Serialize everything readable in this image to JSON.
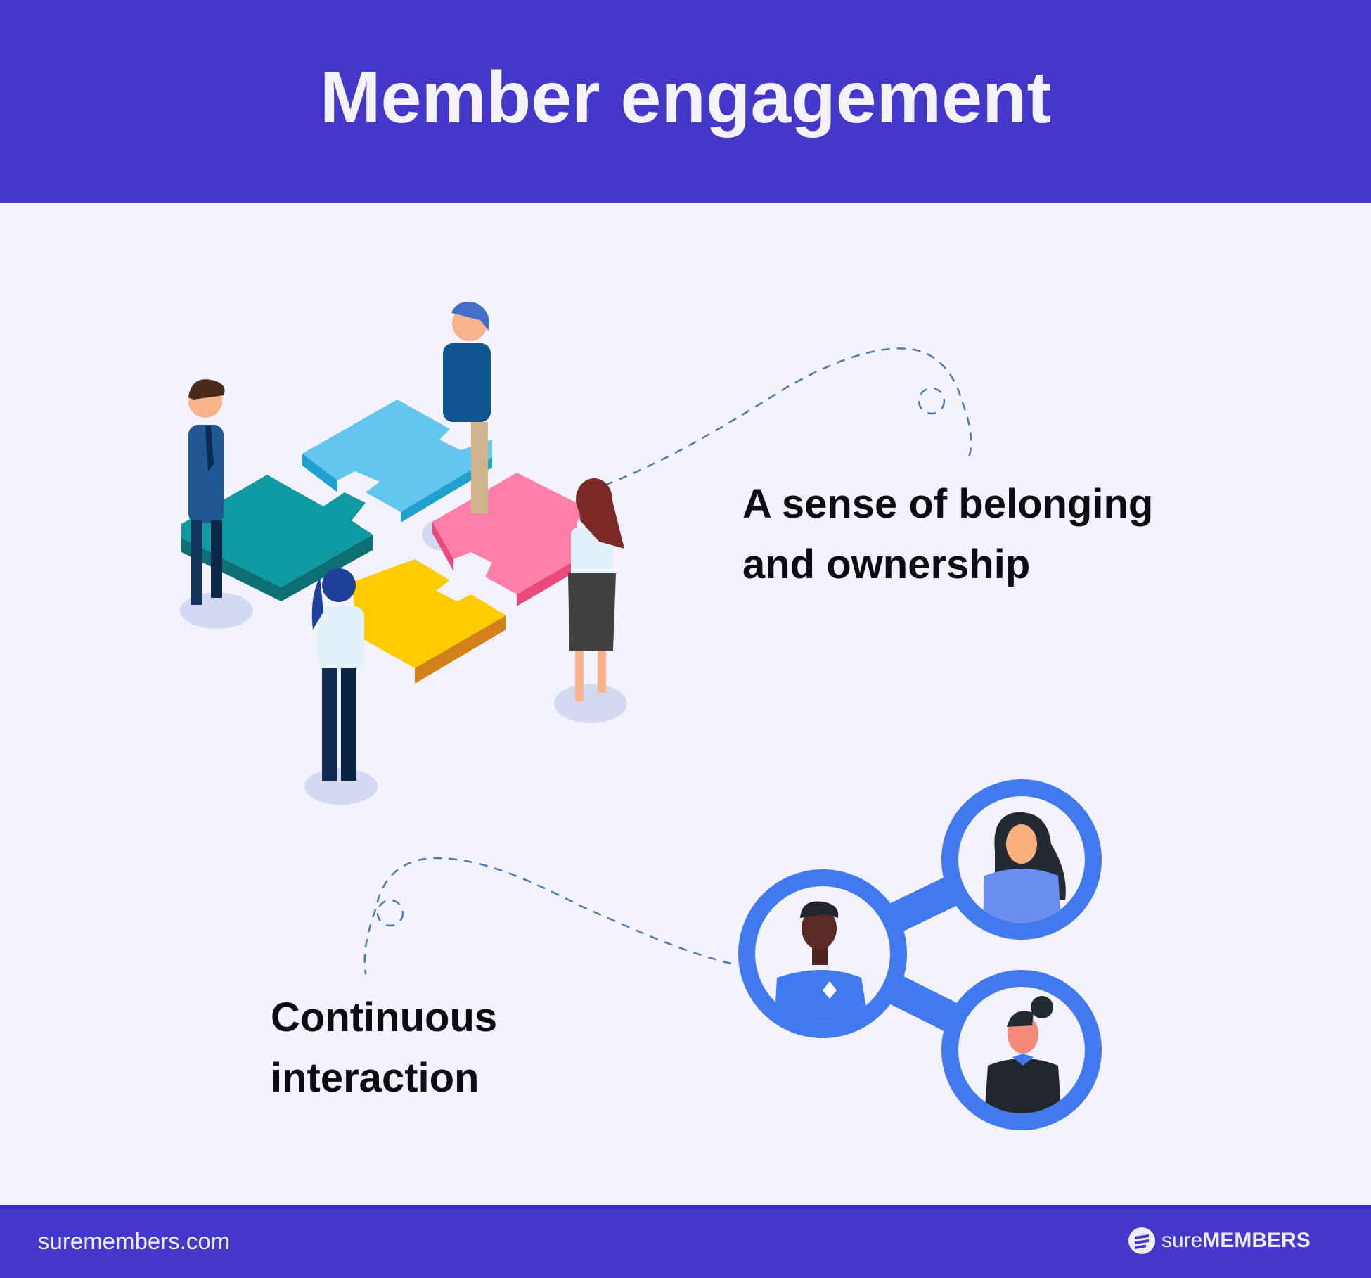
{
  "header": {
    "title": "Member engagement",
    "background_color": "#4338c9"
  },
  "captions": [
    {
      "line1": "A sense of belonging",
      "line2": "and ownership"
    },
    {
      "line1": "Continuous",
      "line2": "interaction"
    }
  ],
  "illustrations": {
    "puzzle_team": {
      "icon": "team-puzzle-illustration",
      "piece_colors": [
        "#0e9aa0",
        "#62c6ef",
        "#ff7fa8",
        "#fecb00"
      ]
    },
    "network": {
      "icon": "people-network-illustration",
      "ring_color": "#4179f1"
    }
  },
  "footer": {
    "url": "suremembers.com",
    "brand_light": "sure",
    "brand_bold": "MEMBERS",
    "background_color": "#4338c9"
  }
}
